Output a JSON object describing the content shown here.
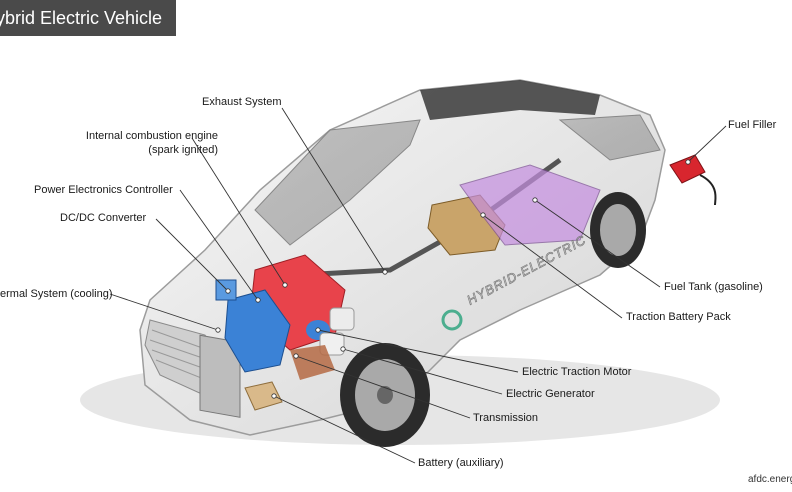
{
  "title": "ybrid Electric Vehicle",
  "labels": {
    "exhaust_system": "Exhaust System",
    "ice_line1": "Internal combustion engine",
    "ice_line2": "(spark ignited)",
    "power_electronics": "Power Electronics Controller",
    "dcdc": "DC/DC Converter",
    "thermal": "ermal System (cooling)",
    "fuel_filler": "Fuel Filler",
    "fuel_tank": "Fuel Tank (gasoline)",
    "traction_battery": "Traction Battery Pack",
    "traction_motor": "Electric Traction Motor",
    "generator": "Electric Generator",
    "transmission": "Transmission",
    "battery_aux": "Battery (auxiliary)"
  },
  "side_text": "HYBRID-ELECTRIC",
  "credit": "afdc.energ",
  "colors": {
    "title_bg": "#4a4a4a",
    "engine": "#e8434b",
    "controller": "#3b82d6",
    "fuel_tank": "#c58ee0",
    "battery_pack": "#c9a46a",
    "filler": "#d8262e"
  }
}
